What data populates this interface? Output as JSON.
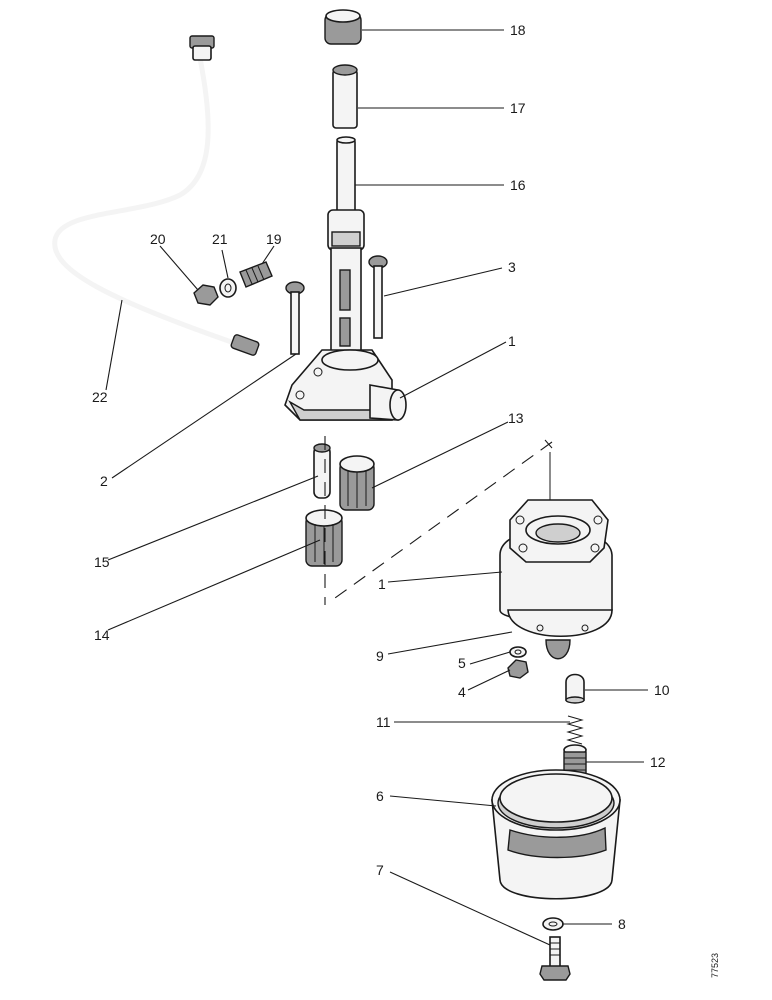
{
  "callouts": {
    "c1a": "1",
    "c1b": "1",
    "c2": "2",
    "c3": "3",
    "c4": "4",
    "c5": "5",
    "c6": "6",
    "c7": "7",
    "c8": "8",
    "c9": "9",
    "c10": "10",
    "c11": "11",
    "c12": "12",
    "c13": "13",
    "c14": "14",
    "c15": "15",
    "c16": "16",
    "c17": "17",
    "c18": "18",
    "c19": "19",
    "c20": "20",
    "c21": "21",
    "c22": "22"
  },
  "drawing_code": "77523"
}
